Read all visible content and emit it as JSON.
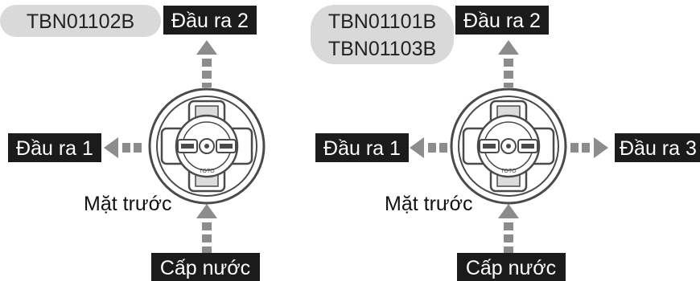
{
  "diagrams": [
    {
      "model_codes": [
        "TBN01102B"
      ],
      "labels": {
        "top": "Đầu ra 2",
        "left": "Đầu ra 1",
        "front": "Mặt trước",
        "bottom": "Cấp nước"
      },
      "valve_brand": "TOTO"
    },
    {
      "model_codes": [
        "TBN01101B",
        "TBN01103B"
      ],
      "labels": {
        "top": "Đầu ra 2",
        "left": "Đầu ra 1",
        "right": "Đầu ra 3",
        "front": "Mặt trước",
        "bottom": "Cấp nước"
      },
      "valve_brand": "TOTO"
    }
  ],
  "colors": {
    "pill_bg": "#d9d9d9",
    "label_bg": "#1b1b1b",
    "label_text": "#ffffff",
    "arrow": "#8c8c8c",
    "valve_stroke": "#4a4a4a",
    "valve_fill": "#ffffff"
  }
}
